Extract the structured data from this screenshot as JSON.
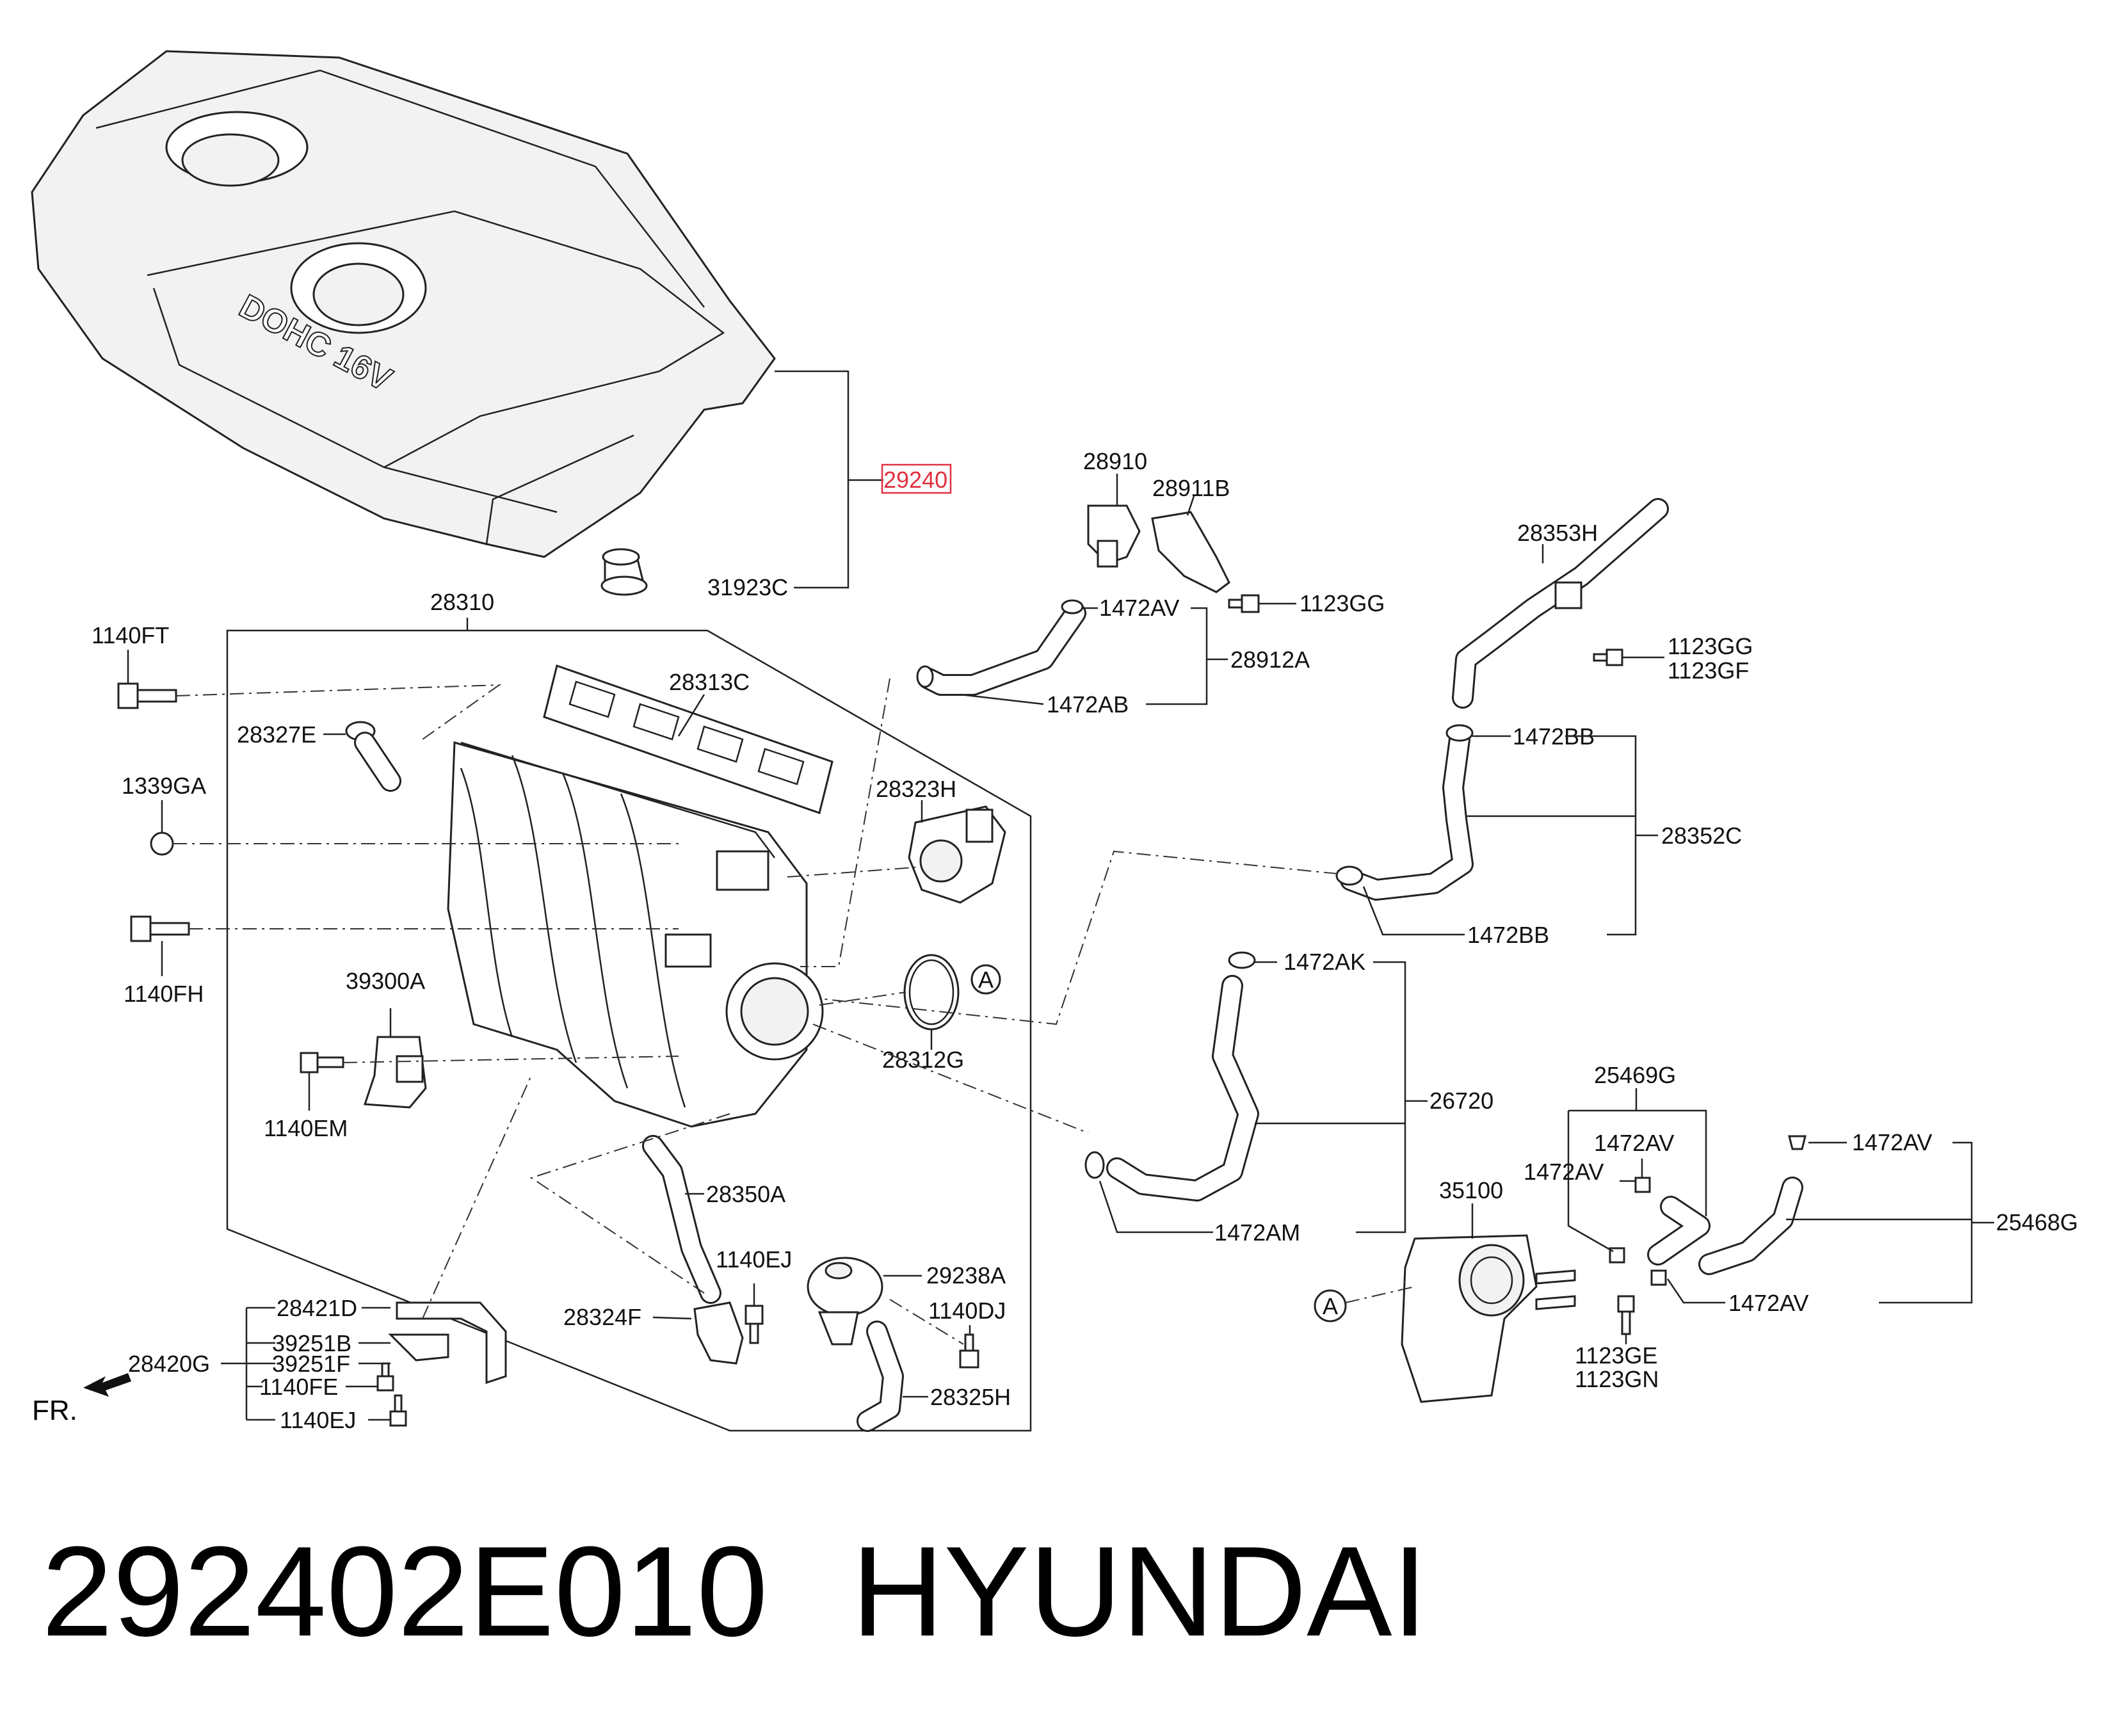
{
  "title": {
    "part_number": "292402E010",
    "brand": "HYUNDAI"
  },
  "cover": {
    "embossed_text": "DOHC 16V"
  },
  "direction": {
    "label": "FR."
  },
  "callouts": {
    "c29240": "29240",
    "c31923C": "31923C",
    "c28310": "28310",
    "c1140FT": "1140FT",
    "c28327E": "28327E",
    "c28313C": "28313C",
    "c1339GA": "1339GA",
    "c1140FH": "1140FH",
    "c39300A": "39300A",
    "c1140EM": "1140EM",
    "c28323H": "28323H",
    "c28312G": "28312G",
    "cA1": "A",
    "c28350A": "28350A",
    "c1140EJ_a": "1140EJ",
    "c28324F": "28324F",
    "c29238A": "29238A",
    "c1140DJ": "1140DJ",
    "c28325H": "28325H",
    "c28421D": "28421D",
    "c39251B": "39251B",
    "c39251F": "39251F",
    "c28420G": "28420G",
    "c1140FE": "1140FE",
    "c1140EJ_b": "1140EJ",
    "c28910": "28910",
    "c28911B": "28911B",
    "c1123GG_a": "1123GG",
    "c1472AV_a": "1472AV",
    "c28912A": "28912A",
    "c1472AB": "1472AB",
    "c28353H": "28353H",
    "c1123GG_b": "1123GG",
    "c1123GF": "1123GF",
    "c1472BB_a": "1472BB",
    "c28352C": "28352C",
    "c1472BB_b": "1472BB",
    "c1472AK": "1472AK",
    "c26720": "26720",
    "c1472AM": "1472AM",
    "c25469G": "25469G",
    "c1472AV_b": "1472AV",
    "c1472AV_c": "1472AV",
    "c1472AV_d": "1472AV",
    "c35100": "35100",
    "c25468G": "25468G",
    "cA2": "A",
    "c1472AV_e": "1472AV",
    "c1123GE": "1123GE",
    "c1123GN": "1123GN"
  },
  "highlight_color": "#e03040"
}
